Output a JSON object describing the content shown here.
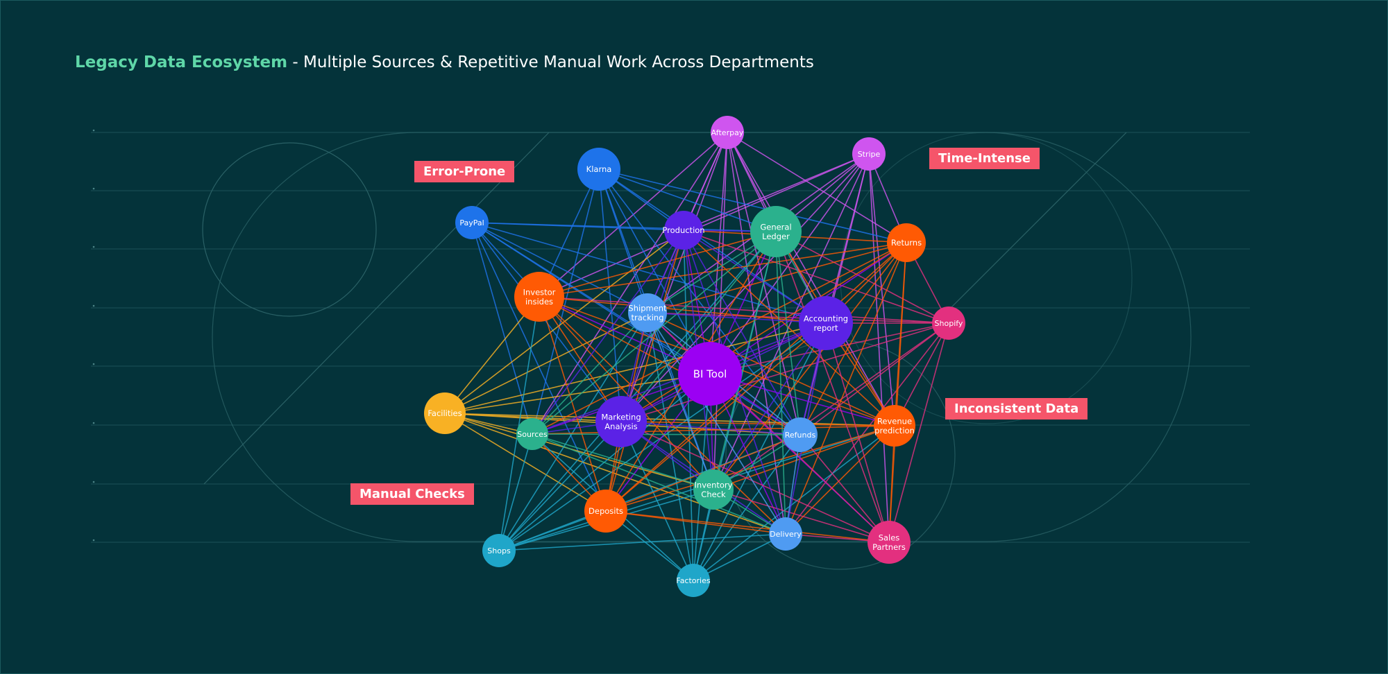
{
  "title": {
    "highlight": "Legacy Data Ecosystem",
    "rest": " - Multiple Sources & Repetitive Manual Work Across Departments"
  },
  "tags": {
    "error_prone": "Error-Prone",
    "time_intense": "Time-Intense",
    "inconsistent_data": "Inconsistent Data",
    "manual_checks": "Manual Checks"
  },
  "colors": {
    "background": "#04333a",
    "title_highlight": "#5fd7a8",
    "tag_bg": "#f5556a",
    "violet": "#9b00f3",
    "indigo": "#5b22e6",
    "blue": "#1e73ea",
    "light_blue": "#4f9bf2",
    "teal": "#2bb18d",
    "orange": "#ff5a04",
    "pink": "#e3307f",
    "magenta": "#cf55ef",
    "yellow": "#f8b124",
    "cyan": "#1fa6c9"
  },
  "nodes": [
    {
      "id": "bi-tool",
      "label": "BI Tool",
      "color": "violet"
    },
    {
      "id": "afterpay",
      "label": "Afterpay",
      "color": "magenta"
    },
    {
      "id": "stripe",
      "label": "Stripe",
      "color": "magenta"
    },
    {
      "id": "klarna",
      "label": "Klarna",
      "color": "blue"
    },
    {
      "id": "paypal",
      "label": "PayPal",
      "color": "blue"
    },
    {
      "id": "production",
      "label": "Production",
      "color": "indigo"
    },
    {
      "id": "general-ledger",
      "label": "General Ledger",
      "color": "teal"
    },
    {
      "id": "returns",
      "label": "Returns",
      "color": "orange"
    },
    {
      "id": "investor-insides",
      "label": "Investor insides",
      "color": "orange"
    },
    {
      "id": "shipment-tracking",
      "label": "Shipment tracking",
      "color": "light_blue"
    },
    {
      "id": "accounting-report",
      "label": "Accounting report",
      "color": "indigo"
    },
    {
      "id": "shopify",
      "label": "Shopify",
      "color": "pink"
    },
    {
      "id": "facilities",
      "label": "Facilities",
      "color": "yellow"
    },
    {
      "id": "sources",
      "label": "Sources",
      "color": "teal"
    },
    {
      "id": "marketing-analysis",
      "label": "Marketing Analysis",
      "color": "indigo"
    },
    {
      "id": "refunds",
      "label": "Refunds",
      "color": "light_blue"
    },
    {
      "id": "revenue-prediction",
      "label": "Revenue prediction",
      "color": "orange"
    },
    {
      "id": "inventory-check",
      "label": "Inventory Check",
      "color": "teal"
    },
    {
      "id": "deposits",
      "label": "Deposits",
      "color": "orange"
    },
    {
      "id": "shops",
      "label": "Shops",
      "color": "cyan"
    },
    {
      "id": "delivery",
      "label": "Delivery",
      "color": "light_blue"
    },
    {
      "id": "sales-partners",
      "label": "Sales Partners",
      "color": "pink"
    },
    {
      "id": "factories",
      "label": "Factories",
      "color": "cyan"
    }
  ],
  "sources": [
    "afterpay",
    "stripe",
    "klarna",
    "paypal",
    "shopify",
    "facilities",
    "shops",
    "factories"
  ],
  "edges": [
    [
      "afterpay",
      "production"
    ],
    [
      "afterpay",
      "general-ledger"
    ],
    [
      "afterpay",
      "investor-insides"
    ],
    [
      "afterpay",
      "shipment-tracking"
    ],
    [
      "afterpay",
      "accounting-report"
    ],
    [
      "afterpay",
      "bi-tool"
    ],
    [
      "afterpay",
      "marketing-analysis"
    ],
    [
      "afterpay",
      "refunds"
    ],
    [
      "afterpay",
      "inventory-check"
    ],
    [
      "afterpay",
      "sources"
    ],
    [
      "afterpay",
      "returns"
    ],
    [
      "afterpay",
      "revenue-prediction"
    ],
    [
      "afterpay",
      "delivery"
    ],
    [
      "stripe",
      "production"
    ],
    [
      "stripe",
      "general-ledger"
    ],
    [
      "stripe",
      "returns"
    ],
    [
      "stripe",
      "accounting-report"
    ],
    [
      "stripe",
      "shipment-tracking"
    ],
    [
      "stripe",
      "bi-tool"
    ],
    [
      "stripe",
      "refunds"
    ],
    [
      "stripe",
      "revenue-prediction"
    ],
    [
      "stripe",
      "marketing-analysis"
    ],
    [
      "stripe",
      "inventory-check"
    ],
    [
      "stripe",
      "investor-insides"
    ],
    [
      "stripe",
      "sales-partners"
    ],
    [
      "klarna",
      "production"
    ],
    [
      "klarna",
      "general-ledger"
    ],
    [
      "klarna",
      "investor-insides"
    ],
    [
      "klarna",
      "shipment-tracking"
    ],
    [
      "klarna",
      "bi-tool"
    ],
    [
      "klarna",
      "marketing-analysis"
    ],
    [
      "klarna",
      "accounting-report"
    ],
    [
      "klarna",
      "refunds"
    ],
    [
      "klarna",
      "sources"
    ],
    [
      "klarna",
      "returns"
    ],
    [
      "klarna",
      "inventory-check"
    ],
    [
      "paypal",
      "production"
    ],
    [
      "paypal",
      "investor-insides"
    ],
    [
      "paypal",
      "shipment-tracking"
    ],
    [
      "paypal",
      "bi-tool"
    ],
    [
      "paypal",
      "marketing-analysis"
    ],
    [
      "paypal",
      "sources"
    ],
    [
      "paypal",
      "general-ledger"
    ],
    [
      "paypal",
      "refunds"
    ],
    [
      "paypal",
      "deposits"
    ],
    [
      "paypal",
      "accounting-report"
    ],
    [
      "shopify",
      "returns"
    ],
    [
      "shopify",
      "accounting-report"
    ],
    [
      "shopify",
      "general-ledger"
    ],
    [
      "shopify",
      "production"
    ],
    [
      "shopify",
      "bi-tool"
    ],
    [
      "shopify",
      "refunds"
    ],
    [
      "shopify",
      "revenue-prediction"
    ],
    [
      "shopify",
      "delivery"
    ],
    [
      "shopify",
      "sales-partners"
    ],
    [
      "shopify",
      "marketing-analysis"
    ],
    [
      "shopify",
      "inventory-check"
    ],
    [
      "shopify",
      "investor-insides"
    ],
    [
      "shopify",
      "shipment-tracking"
    ],
    [
      "facilities",
      "investor-insides"
    ],
    [
      "facilities",
      "shipment-tracking"
    ],
    [
      "facilities",
      "bi-tool"
    ],
    [
      "facilities",
      "marketing-analysis"
    ],
    [
      "facilities",
      "sources"
    ],
    [
      "facilities",
      "refunds"
    ],
    [
      "facilities",
      "revenue-prediction"
    ],
    [
      "facilities",
      "deposits"
    ],
    [
      "facilities",
      "inventory-check"
    ],
    [
      "facilities",
      "production"
    ],
    [
      "facilities",
      "accounting-report"
    ],
    [
      "facilities",
      "delivery"
    ],
    [
      "shops",
      "sources"
    ],
    [
      "shops",
      "marketing-analysis"
    ],
    [
      "shops",
      "deposits"
    ],
    [
      "shops",
      "inventory-check"
    ],
    [
      "shops",
      "delivery"
    ],
    [
      "shops",
      "bi-tool"
    ],
    [
      "shops",
      "refunds"
    ],
    [
      "shops",
      "shipment-tracking"
    ],
    [
      "shops",
      "investor-insides"
    ],
    [
      "shops",
      "accounting-report"
    ],
    [
      "shops",
      "revenue-prediction"
    ],
    [
      "shops",
      "general-ledger"
    ],
    [
      "factories",
      "deposits"
    ],
    [
      "factories",
      "inventory-check"
    ],
    [
      "factories",
      "delivery"
    ],
    [
      "factories",
      "marketing-analysis"
    ],
    [
      "factories",
      "bi-tool"
    ],
    [
      "factories",
      "refunds"
    ],
    [
      "factories",
      "sources"
    ],
    [
      "factories",
      "accounting-report"
    ],
    [
      "factories",
      "revenue-prediction"
    ],
    [
      "factories",
      "shipment-tracking"
    ],
    [
      "factories",
      "general-ledger"
    ],
    [
      "factories",
      "production"
    ],
    [
      "bi-tool",
      "production"
    ],
    [
      "bi-tool",
      "general-ledger"
    ],
    [
      "bi-tool",
      "investor-insides"
    ],
    [
      "bi-tool",
      "shipment-tracking"
    ],
    [
      "bi-tool",
      "accounting-report"
    ],
    [
      "bi-tool",
      "marketing-analysis"
    ],
    [
      "bi-tool",
      "refunds"
    ],
    [
      "bi-tool",
      "revenue-prediction"
    ],
    [
      "bi-tool",
      "inventory-check"
    ],
    [
      "bi-tool",
      "deposits"
    ],
    [
      "bi-tool",
      "delivery"
    ],
    [
      "bi-tool",
      "sales-partners"
    ],
    [
      "bi-tool",
      "returns"
    ],
    [
      "bi-tool",
      "sources"
    ],
    [
      "investor-insides",
      "deposits"
    ],
    [
      "investor-insides",
      "marketing-analysis"
    ],
    [
      "investor-insides",
      "accounting-report"
    ],
    [
      "investor-insides",
      "general-ledger"
    ],
    [
      "investor-insides",
      "returns"
    ],
    [
      "investor-insides",
      "refunds"
    ],
    [
      "investor-insides",
      "revenue-prediction"
    ],
    [
      "investor-insides",
      "inventory-check"
    ],
    [
      "investor-insides",
      "delivery"
    ],
    [
      "returns",
      "accounting-report"
    ],
    [
      "returns",
      "refunds"
    ],
    [
      "returns",
      "revenue-prediction"
    ],
    [
      "returns",
      "marketing-analysis"
    ],
    [
      "returns",
      "deposits"
    ],
    [
      "returns",
      "sales-partners"
    ],
    [
      "returns",
      "delivery"
    ],
    [
      "returns",
      "inventory-check"
    ],
    [
      "returns",
      "shipment-tracking"
    ],
    [
      "returns",
      "production"
    ],
    [
      "returns",
      "sources"
    ],
    [
      "revenue-prediction",
      "deposits"
    ],
    [
      "revenue-prediction",
      "marketing-analysis"
    ],
    [
      "revenue-prediction",
      "sources"
    ],
    [
      "revenue-prediction",
      "shipment-tracking"
    ],
    [
      "revenue-prediction",
      "production"
    ],
    [
      "revenue-prediction",
      "general-ledger"
    ],
    [
      "revenue-prediction",
      "inventory-check"
    ],
    [
      "revenue-prediction",
      "sales-partners"
    ],
    [
      "revenue-prediction",
      "delivery"
    ],
    [
      "revenue-prediction",
      "accounting-report"
    ],
    [
      "deposits",
      "marketing-analysis"
    ],
    [
      "deposits",
      "delivery"
    ],
    [
      "deposits",
      "sales-partners"
    ],
    [
      "deposits",
      "accounting-report"
    ],
    [
      "deposits",
      "production"
    ],
    [
      "deposits",
      "general-ledger"
    ],
    [
      "deposits",
      "shipment-tracking"
    ],
    [
      "deposits",
      "sources"
    ],
    [
      "deposits",
      "refunds"
    ],
    [
      "sales-partners",
      "accounting-report"
    ],
    [
      "sales-partners",
      "refunds"
    ],
    [
      "sales-partners",
      "marketing-analysis"
    ],
    [
      "sales-partners",
      "inventory-check"
    ],
    [
      "sales-partners",
      "delivery"
    ],
    [
      "sales-partners",
      "general-ledger"
    ],
    [
      "sales-partners",
      "shipment-tracking"
    ],
    [
      "production",
      "marketing-analysis"
    ],
    [
      "production",
      "inventory-check"
    ],
    [
      "production",
      "sources"
    ],
    [
      "production",
      "refunds"
    ],
    [
      "production",
      "accounting-report"
    ],
    [
      "production",
      "shipment-tracking"
    ],
    [
      "production",
      "general-ledger"
    ],
    [
      "production",
      "delivery"
    ],
    [
      "general-ledger",
      "accounting-report"
    ],
    [
      "general-ledger",
      "marketing-analysis"
    ],
    [
      "general-ledger",
      "inventory-check"
    ],
    [
      "general-ledger",
      "refunds"
    ],
    [
      "general-ledger",
      "shipment-tracking"
    ],
    [
      "general-ledger",
      "sources"
    ],
    [
      "general-ledger",
      "delivery"
    ],
    [
      "accounting-report",
      "marketing-analysis"
    ],
    [
      "accounting-report",
      "refunds"
    ],
    [
      "accounting-report",
      "delivery"
    ],
    [
      "accounting-report",
      "inventory-check"
    ],
    [
      "accounting-report",
      "sources"
    ],
    [
      "accounting-report",
      "shipment-tracking"
    ],
    [
      "marketing-analysis",
      "refunds"
    ],
    [
      "marketing-analysis",
      "inventory-check"
    ],
    [
      "marketing-analysis",
      "sources"
    ],
    [
      "marketing-analysis",
      "delivery"
    ],
    [
      "marketing-analysis",
      "shipment-tracking"
    ],
    [
      "sources",
      "shipment-tracking"
    ],
    [
      "sources",
      "refunds"
    ],
    [
      "sources",
      "inventory-check"
    ],
    [
      "sources",
      "delivery"
    ],
    [
      "shipment-tracking",
      "refunds"
    ],
    [
      "shipment-tracking",
      "inventory-check"
    ],
    [
      "shipment-tracking",
      "delivery"
    ],
    [
      "inventory-check",
      "delivery"
    ],
    [
      "inventory-check",
      "refunds"
    ],
    [
      "refunds",
      "delivery"
    ]
  ]
}
